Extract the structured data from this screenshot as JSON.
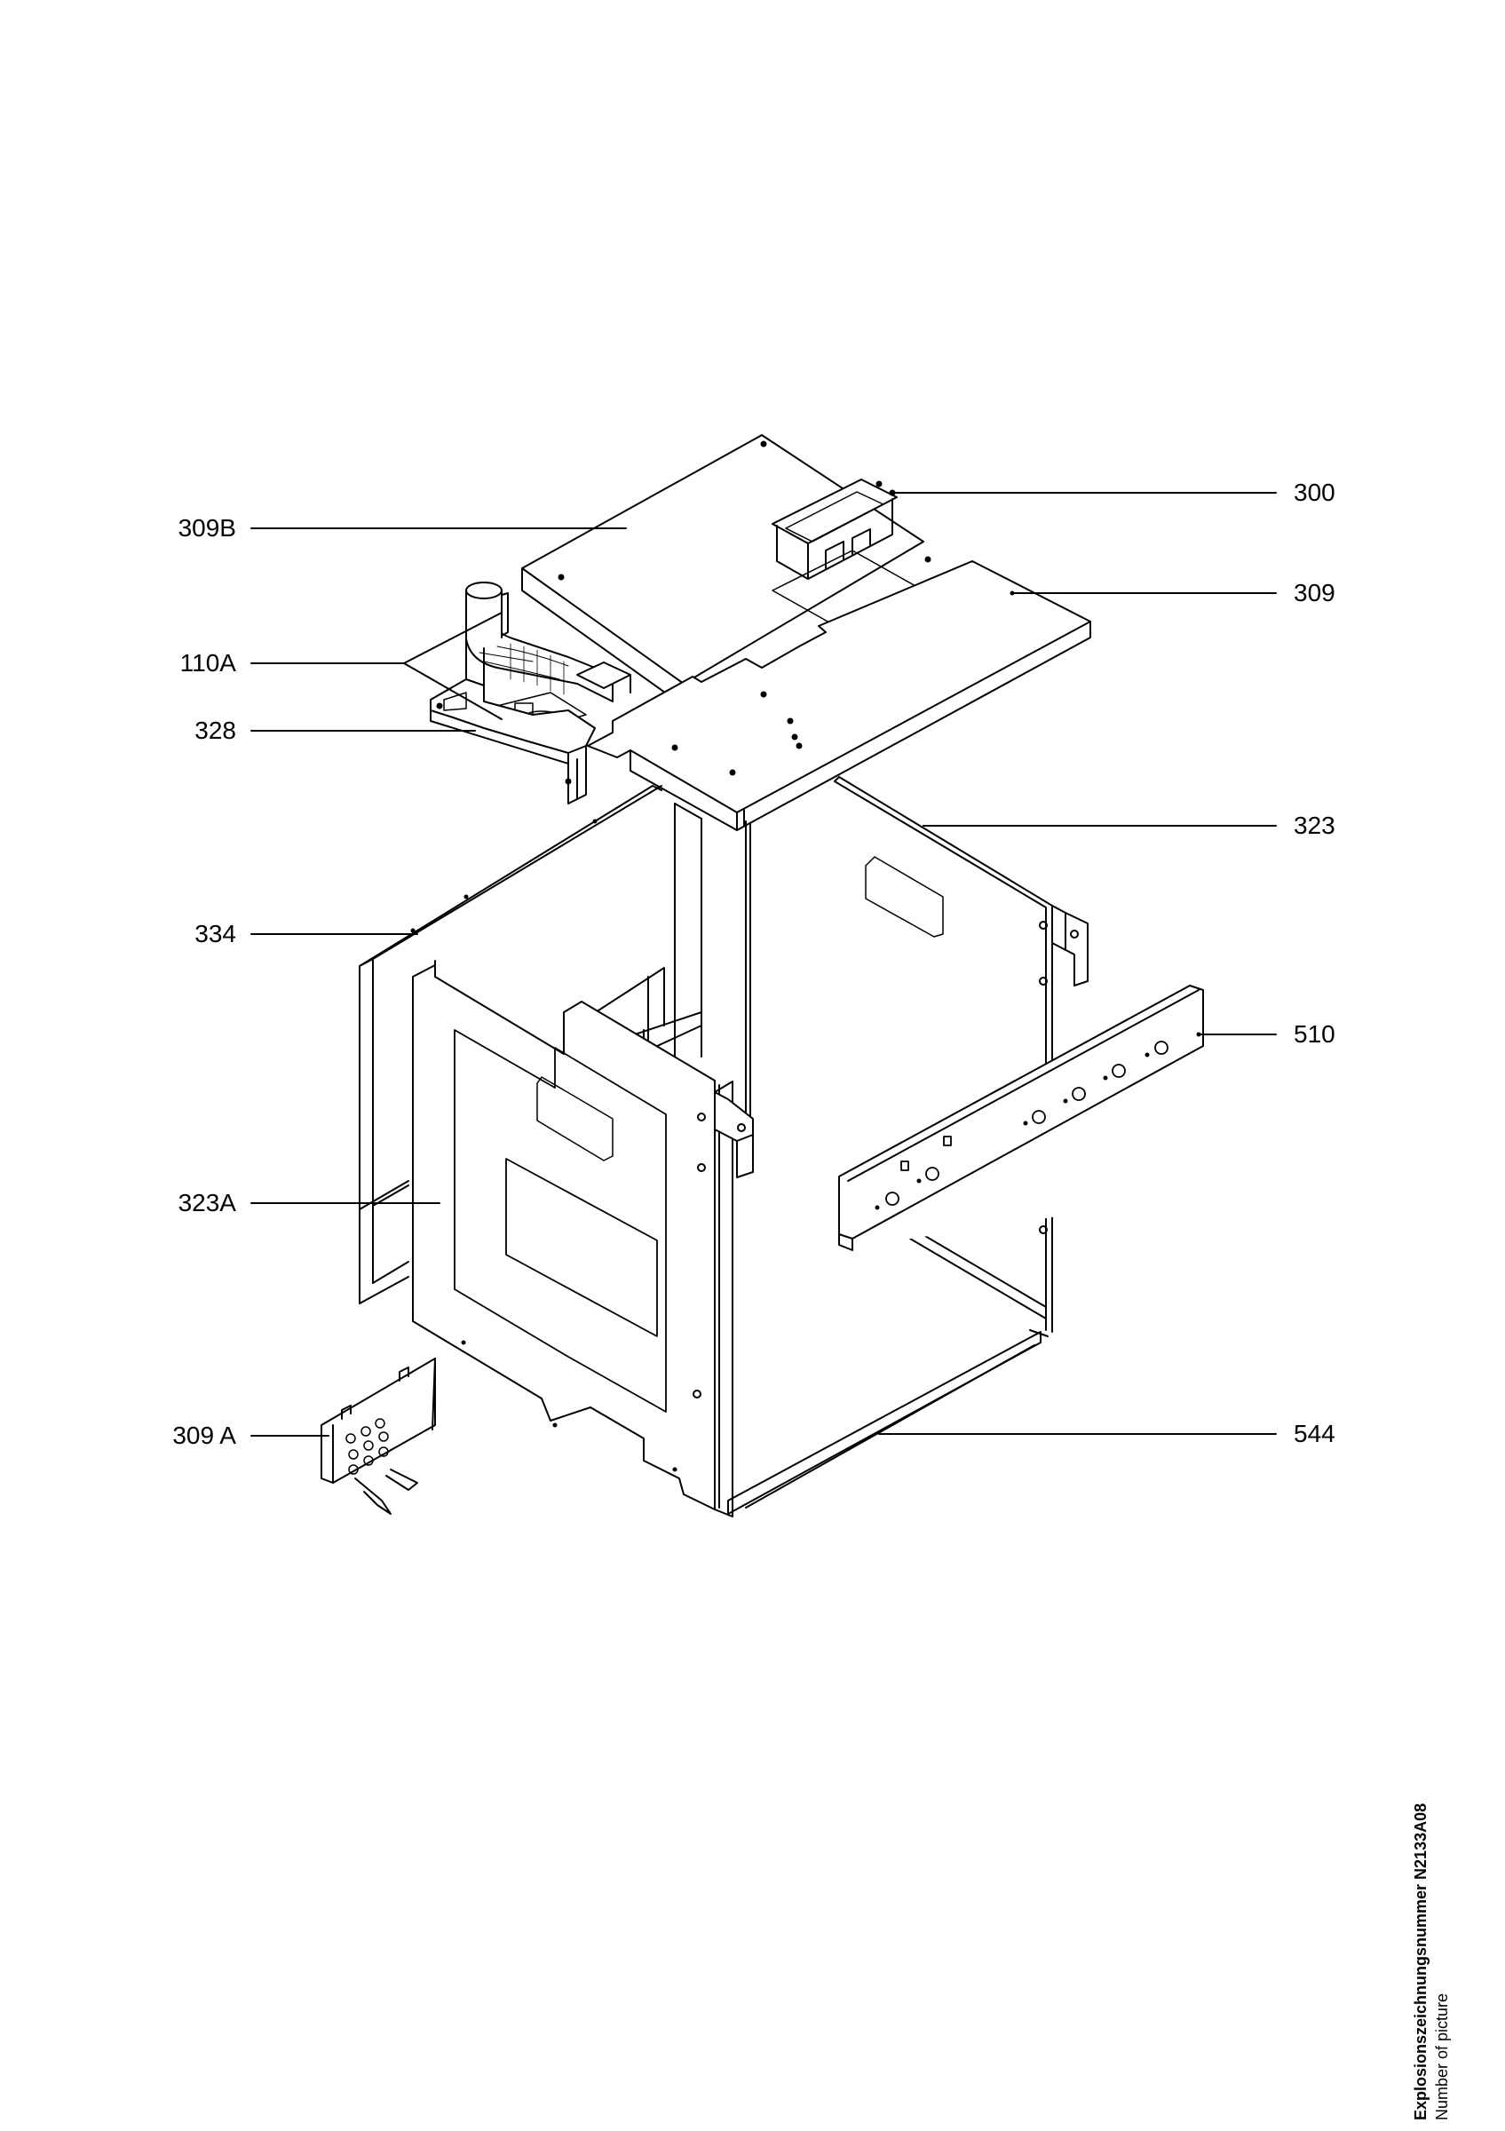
{
  "callouts_left": [
    {
      "id": "309b",
      "label": "309B"
    },
    {
      "id": "110a",
      "label": "110A"
    },
    {
      "id": "328",
      "label": "328"
    },
    {
      "id": "334",
      "label": "334"
    },
    {
      "id": "323a",
      "label": "323A"
    },
    {
      "id": "309a",
      "label": "309 A"
    }
  ],
  "callouts_right": [
    {
      "id": "300",
      "label": "300"
    },
    {
      "id": "309",
      "label": "309"
    },
    {
      "id": "323",
      "label": "323"
    },
    {
      "id": "510",
      "label": "510"
    },
    {
      "id": "544",
      "label": "544"
    }
  ],
  "footer": {
    "drawing_number": "Explosionszeichnungsnummer N2133A08",
    "picture_label": "Number of picture"
  },
  "colors": {
    "ink": "#000000",
    "paper": "#ffffff"
  }
}
